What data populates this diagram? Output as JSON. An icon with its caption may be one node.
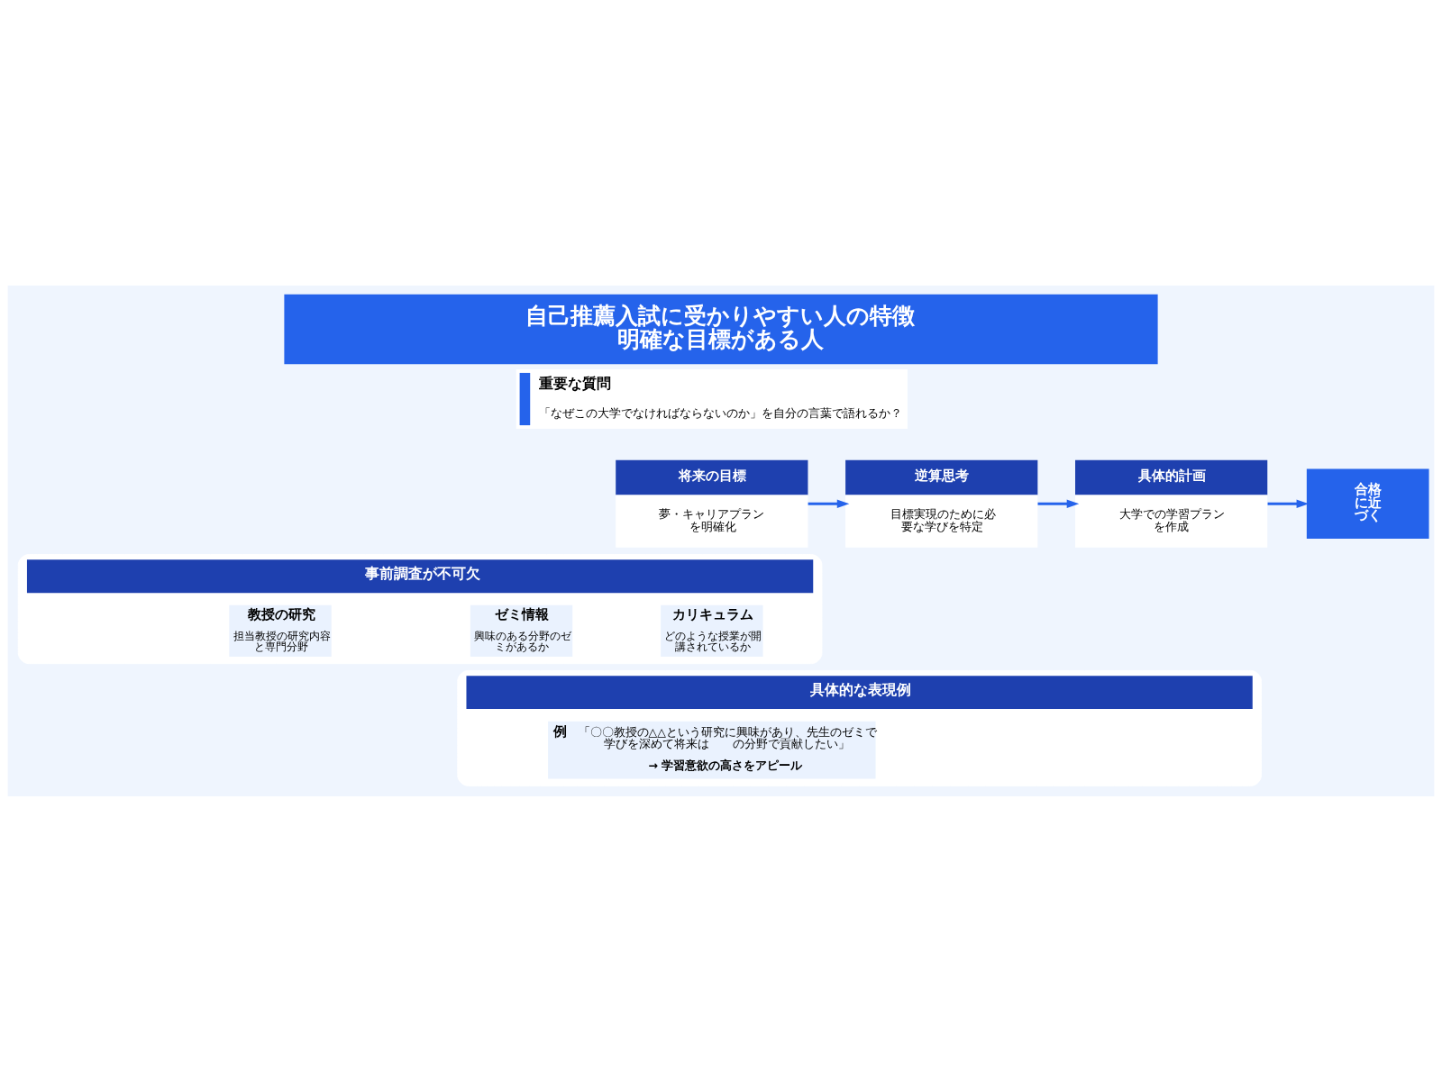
{
  "diagram": {
    "title": "自己推薦入試に受かりやすい人の特徴明確な目標がある人",
    "nodes": [
      {
        "text": [
          "重要な質問",
          "「なぜこの大学でなければならないのか」を自分の言葉で語れるか？"
        ]
      },
      {
        "text": [
          "将来の目標",
          "夢・キャリアプランを明確化"
        ]
      },
      {
        "text": [
          "逆算思考",
          "目標実現のために必要な学びを特定"
        ]
      },
      {
        "text": [
          "具体的計画",
          "大学での学習プランを作成"
        ]
      },
      {
        "text": [
          "合格に近づく"
        ]
      },
      {
        "text": [
          "事前調査が不可欠"
        ]
      },
      {
        "text": [
          "カリキュラム",
          "どのような授業が開講されているか"
        ],
        "in": 5
      },
      {
        "text": [
          "ゼミ情報",
          "興味のある分野のゼミがあるか"
        ],
        "in": 5
      },
      {
        "text": [
          "教授の研究",
          "担当教授の研究内容と専門分野"
        ],
        "in": 5
      },
      {
        "text": [
          "具体的な表現例"
        ]
      },
      {
        "text": [
          "例",
          "「〇〇教授の△△という研究に興味があり、先生のゼミで学びを深めて将来は　　の分野で貢献したい」",
          "→ 学習意欲の高さをアピール"
        ],
        "in": 9
      }
    ],
    "edges": [
      {
        "from": 1,
        "to": 2,
        "arrow": "to"
      },
      {
        "from": 2,
        "to": 3,
        "arrow": "to"
      },
      {
        "from": 3,
        "to": 4,
        "arrow": "to"
      }
    ]
  }
}
